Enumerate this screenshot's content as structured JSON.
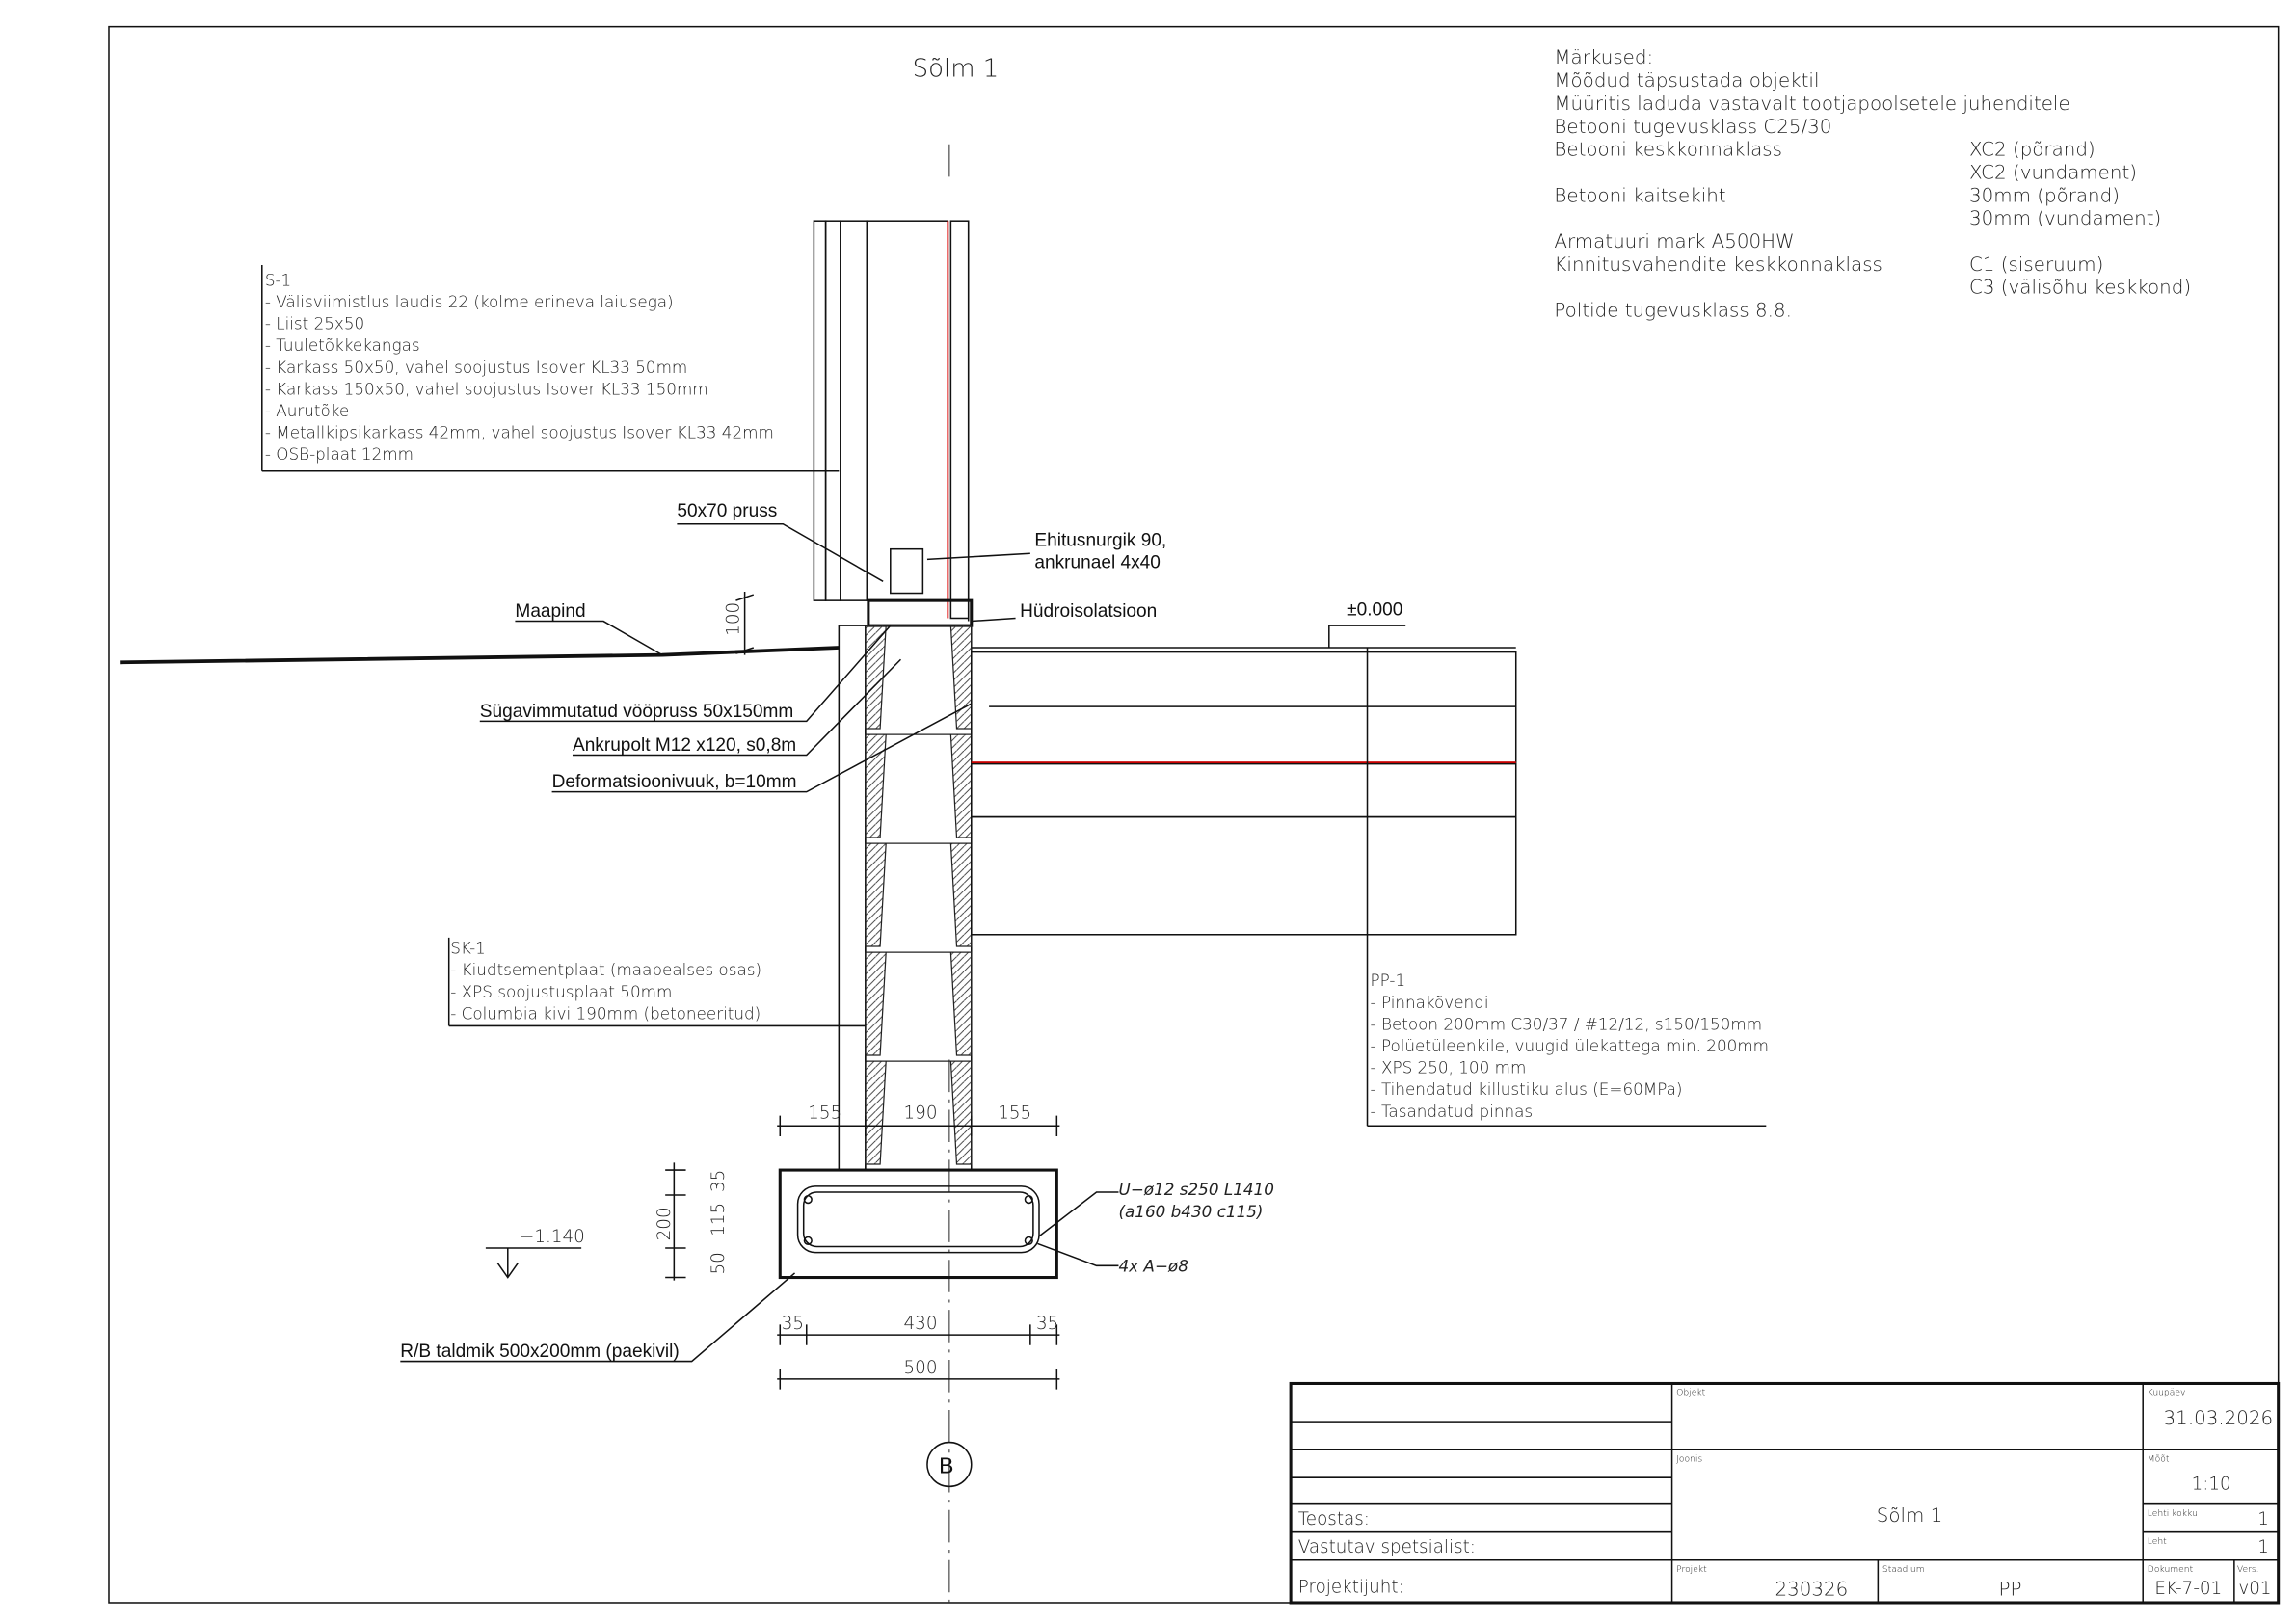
{
  "drawing": {
    "title": "Sõlm 1",
    "axis_marker": "B"
  },
  "notes": {
    "heading": "Märkused:",
    "lines": [
      {
        "left": "Mõõdud täpsustada objektil",
        "right": ""
      },
      {
        "left": "Müüritis laduda vastavalt tootjapoolsetele juhenditele",
        "right": ""
      },
      {
        "left": "Betooni tugevusklass C25/30",
        "right": ""
      },
      {
        "left": "Betooni keskkonnaklass",
        "right": "XC2 (põrand)"
      },
      {
        "left": "",
        "right": "XC2 (vundament)"
      },
      {
        "left": "Betooni kaitsekiht",
        "right": "30mm (põrand)"
      },
      {
        "left": "",
        "right": "30mm (vundament)"
      },
      {
        "left": "Armatuuri mark A500HW",
        "right": ""
      },
      {
        "left": "Kinnitusvahendite keskkonnaklass",
        "right": "C1 (siseruum)"
      },
      {
        "left": "",
        "right": "C3 (välisõhu keskkond)"
      },
      {
        "left": "Poltide tugevusklass 8.8.",
        "right": ""
      }
    ]
  },
  "s1": {
    "title": "S-1",
    "items": [
      "- Välisviimistlus laudis 22 (kolme erineva laiusega)",
      "- Liist 25x50",
      "- Tuuletõkkekangas",
      "- Karkass 50x50, vahel soojustus Isover KL33 50mm",
      "- Karkass 150x50, vahel soojustus Isover KL33 150mm",
      "- Aurutõke",
      "- Metallkipsikarkass 42mm, vahel soojustus Isover KL33  42mm",
      "- OSB-plaat 12mm"
    ]
  },
  "sk1": {
    "title": "SK-1",
    "items": [
      "- Kiudtsementplaat (maapealses osas)",
      "- XPS soojustusplaat 50mm",
      "- Columbia kivi 190mm (betoneeritud)"
    ]
  },
  "pp1": {
    "title": "PP-1",
    "items": [
      "- Pinnakõvendi",
      "- Betoon 200mm C30/37 / #12/12, s150/150mm",
      "- Polüetüleenkile, vuugid ülekattega min. 200mm",
      "- XPS 250, 100 mm",
      "- Tihendatud killustiku alus (E=60MPa)",
      "- Tasandatud pinnas"
    ]
  },
  "labels": {
    "pruss": "50x70 pruss",
    "nurgik1": "Ehitusnurgik 90,",
    "nurgik2": "ankrunael 4x40",
    "hydro": "Hüdroisolatsioon",
    "maapind": "Maapind",
    "level0": "±0.000",
    "vooPruss": "Sügavimmutatud vööpruss 50x150mm",
    "ankrupolt": "Ankrupolt M12 x120, s0,8m",
    "deform": "Deformatsioonivuuk, b=10mm",
    "levelFoot": "−1.140",
    "taldmik": "R/B taldmik 500x200mm (paekivil)",
    "rebarU1": "U−ø12 s250 L1410",
    "rebarU2": "(a160 b430 c115)",
    "rebarA": "4x A−ø8"
  },
  "dimensions": {
    "d100": "100",
    "d155a": "155",
    "d190": "190",
    "d155b": "155",
    "d200": "200",
    "d35v": "35",
    "d115": "115",
    "d50": "50",
    "d35a": "35",
    "d430": "430",
    "d35b": "35",
    "d500": "500"
  },
  "titleblock": {
    "teostas": "Teostas:",
    "vastutav": "Vastutav spetsialist:",
    "projektijuht": "Projektijuht:",
    "objekt_label": "Objekt",
    "joonis_label": "Joonis",
    "joonis_value": "Sõlm 1",
    "projekt_label": "Projekt",
    "projekt_value": "230326",
    "staadium_label": "Staadium",
    "staadium_value": "PP",
    "kuupaev_label": "Kuupäev",
    "kuupaev_value": "31.03.2026",
    "moot_label": "Mõõt",
    "moot_value": "1:10",
    "lehtikokku_label": "Lehti kokku",
    "lehtikokku_value": "1",
    "leht_label": "Leht",
    "leht_value": "1",
    "dokument_label": "Dokument",
    "dokument_value": "EK-7-01",
    "vers_label": "Vers.",
    "vers_value": "v01"
  }
}
